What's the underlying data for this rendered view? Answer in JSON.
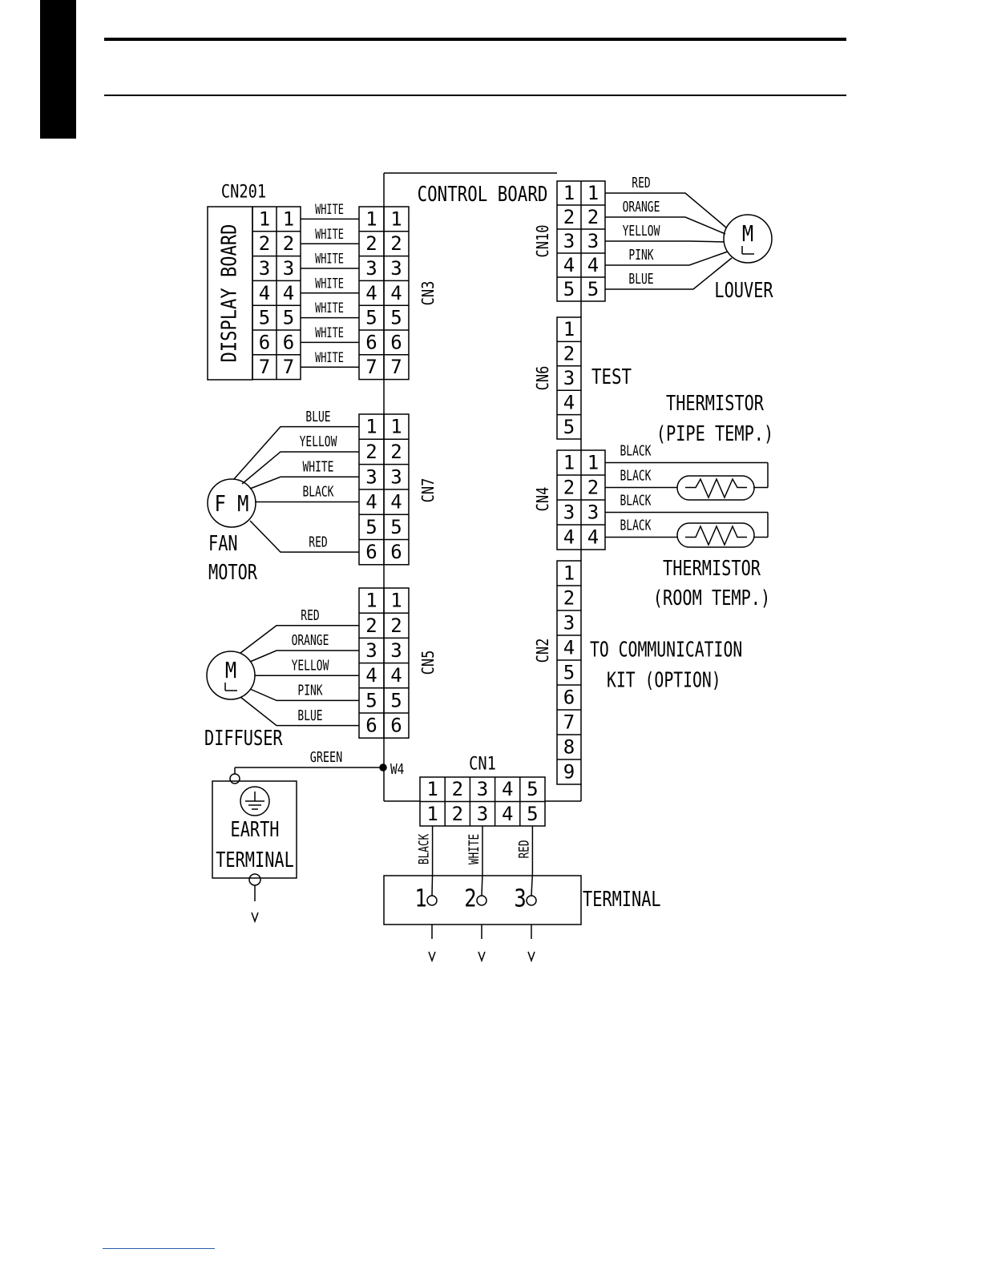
{
  "colors": {
    "ink": "#000000",
    "paper": "#ffffff",
    "footer_link": "#2a5db0"
  },
  "diagram": {
    "control_board": "CONTROL BOARD",
    "display_board": "DISPLAY BOARD",
    "cn201": {
      "label": "CN201",
      "pins": [
        "1",
        "2",
        "3",
        "4",
        "5",
        "6",
        "7"
      ]
    },
    "cn3": {
      "label": "CN3",
      "pins": [
        "1",
        "2",
        "3",
        "4",
        "5",
        "6",
        "7"
      ],
      "wires": [
        "WHITE",
        "WHITE",
        "WHITE",
        "WHITE",
        "WHITE",
        "WHITE",
        "WHITE"
      ]
    },
    "cn7": {
      "label": "CN7",
      "pins": [
        "1",
        "2",
        "3",
        "4",
        "5",
        "6"
      ],
      "wires": [
        "BLUE",
        "YELLOW",
        "WHITE",
        "BLACK",
        "RED"
      ]
    },
    "fan_motor": {
      "symbol": "F M",
      "label_line1": "FAN",
      "label_line2": "MOTOR"
    },
    "cn5": {
      "label": "CN5",
      "pins": [
        "1",
        "2",
        "3",
        "4",
        "5",
        "6"
      ],
      "wires": [
        "RED",
        "ORANGE",
        "YELLOW",
        "PINK",
        "BLUE"
      ]
    },
    "diffuser": {
      "symbol": "M",
      "label": "DIFFUSER"
    },
    "cn10": {
      "label": "CN10",
      "pins": [
        "1",
        "2",
        "3",
        "4",
        "5"
      ],
      "wires": [
        "RED",
        "ORANGE",
        "YELLOW",
        "PINK",
        "BLUE"
      ]
    },
    "louver": {
      "symbol": "M",
      "label": "LOUVER"
    },
    "cn6": {
      "label": "CN6",
      "pins": [
        "1",
        "2",
        "3",
        "4",
        "5"
      ],
      "note": "TEST"
    },
    "cn4": {
      "label": "CN4",
      "pins": [
        "1",
        "2",
        "3",
        "4"
      ],
      "wires": [
        "BLACK",
        "BLACK",
        "BLACK",
        "BLACK"
      ]
    },
    "thermistor_pipe": {
      "line1": "THERMISTOR",
      "line2": "(PIPE TEMP.)"
    },
    "thermistor_room": {
      "line1": "THERMISTOR",
      "line2": "(ROOM TEMP.)"
    },
    "cn2": {
      "label": "CN2",
      "pins": [
        "1",
        "2",
        "3",
        "4",
        "5",
        "6",
        "7",
        "8",
        "9"
      ],
      "note_line1": "TO COMMUNICATION",
      "note_line2": "KIT (OPTION)"
    },
    "cn1": {
      "label": "CN1",
      "pins": [
        "1",
        "2",
        "3",
        "4",
        "5"
      ],
      "wires": [
        "BLACK",
        "WHITE",
        "RED"
      ]
    },
    "earth": {
      "wire": "GREEN",
      "node": "W4",
      "line1": "EARTH",
      "line2": "TERMINAL"
    },
    "terminal": {
      "label": "TERMINAL",
      "pins": [
        "1",
        "2",
        "3"
      ]
    }
  }
}
